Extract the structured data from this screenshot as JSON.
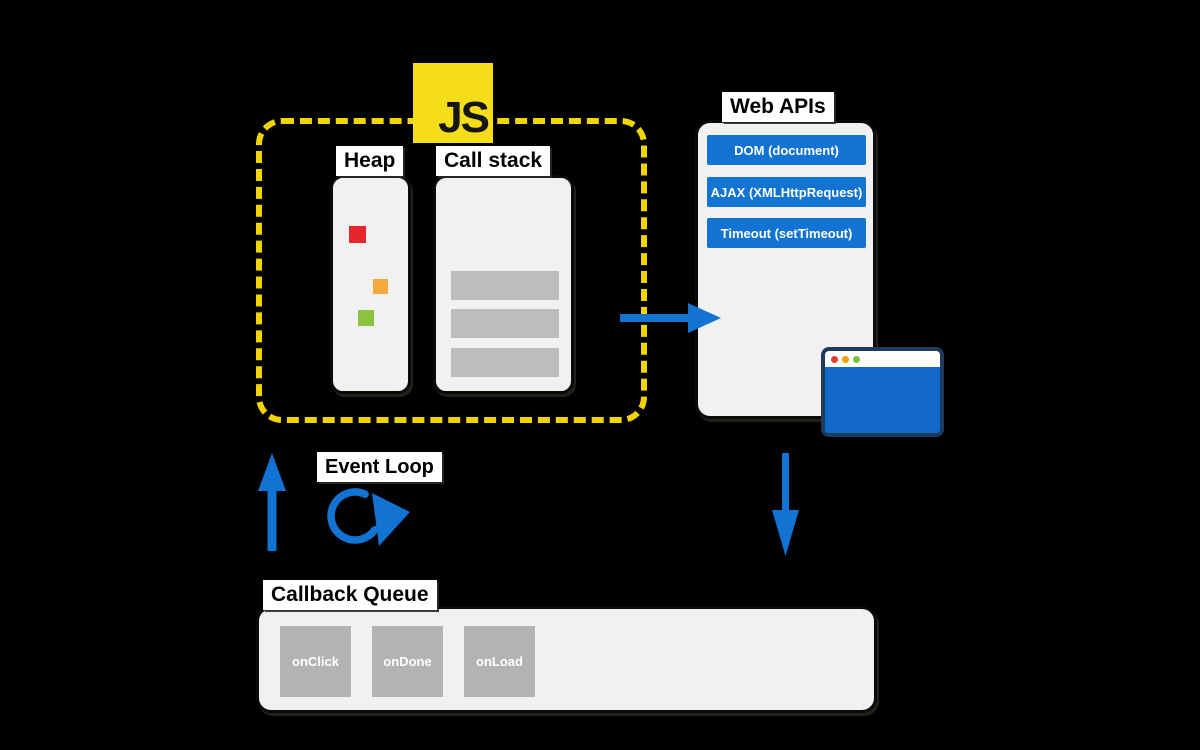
{
  "js_runtime": {
    "logo_text": "JS",
    "heap": {
      "label": "Heap",
      "objects": [
        "#E8252B",
        "#F5A93B",
        "#8BC340"
      ]
    },
    "call_stack": {
      "label": "Call stack",
      "frame_count": "3"
    }
  },
  "web_apis": {
    "label": "Web APIs",
    "apis": [
      "DOM (document)",
      "AJAX (XMLHttpRequest)",
      "Timeout (setTimeout)"
    ]
  },
  "event_loop": {
    "label": "Event Loop"
  },
  "callback_queue": {
    "label": "Callback Queue",
    "callbacks": [
      "onClick",
      "onDone",
      "onLoad"
    ]
  },
  "colors": {
    "accent_blue": "#1273D3",
    "js_yellow": "#F5DE19",
    "dash_yellow": "#F2D500",
    "panel_bg": "#F1F1F1",
    "stack_frame_gray": "#BDBDBD",
    "callback_gray": "#B3B3B3",
    "browser_frame_navy": "#1E3A5C",
    "browser_body_blue": "#1268C8",
    "dot_red": "#E53935",
    "dot_orange": "#F59E0B",
    "dot_green": "#7CC043"
  }
}
